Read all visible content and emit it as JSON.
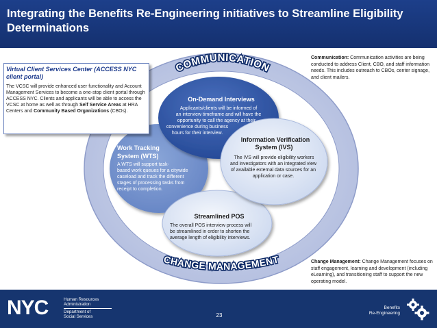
{
  "title": "Integrating the Benefits Re-Engineering initiatives to Streamline Eligibility Determinations",
  "ring_labels": {
    "top": "COMMUNICATION",
    "bottom": "CHANGE MANAGEMENT"
  },
  "vcsc": {
    "title": "Virtual Client Services Center (ACCESS NYC client portal)",
    "body_1": "The VCSC will provide enhanced user functionality and Account Management Services to become a one-stop client portal through ACCESS NYC. Clients and applicants will be able to access the VCSC at home as well as through ",
    "bold_1": "Self Service Areas",
    "body_2": " at HRA Centers and ",
    "bold_2": "Community Based Organizations",
    "body_3": " (CBOs)."
  },
  "circles": {
    "on_demand": {
      "title": "On-Demand Interviews",
      "lines": [
        "Applicants/clients will be informed of",
        "an interview timeframe and will have the",
        "opportunity to call the agency at their",
        "convenience during business",
        "hours for their interview."
      ]
    },
    "ivs": {
      "title_1": "Information Verification",
      "title_2": "System (IVS)",
      "lines": [
        "The IVS will provide eligibility workers",
        "and investigators with an integrated view",
        "of available external data sources for an",
        "application or case."
      ]
    },
    "wts": {
      "title_1": "Work Tracking",
      "title_2": "System (WTS)",
      "lines": [
        "A WTS will support task-",
        "based work queues for a citywide",
        "caseload and track the different",
        "stages of processing tasks from",
        "receipt to completion."
      ]
    },
    "pos": {
      "title": "Streamlined POS",
      "lines": [
        "The overall POS interview process will",
        "be streamlined in order to shorten the",
        "average length of eligibility interviews."
      ]
    }
  },
  "communication": {
    "label": "Communication:",
    "text": " Communication activities are being conducted to address Client, CBO, and staff information needs. This includes outreach to CBOs, center signage, and client mailers."
  },
  "change_management": {
    "label": "Change Management:",
    "text": " Change Management focuses on staff engagement, learning and development (including eLearning), and transitioning staff to support the new operating model."
  },
  "footer": {
    "logo": "NYC",
    "agency_1": "Human Resources",
    "agency_2": "Administration",
    "agency_3": "Department of",
    "agency_4": "Social Services",
    "page": "23",
    "bre_1": "Benefits",
    "bre_2": "Re-Engineering"
  },
  "colors": {
    "title_bg": "#1d3f8a",
    "ring": "#c3cbe4",
    "dark_circle": "#2f55a5",
    "mid_circle": "#6f8fcb",
    "light_circle": "#d9e2f2",
    "footer_bg": "#16356f"
  }
}
